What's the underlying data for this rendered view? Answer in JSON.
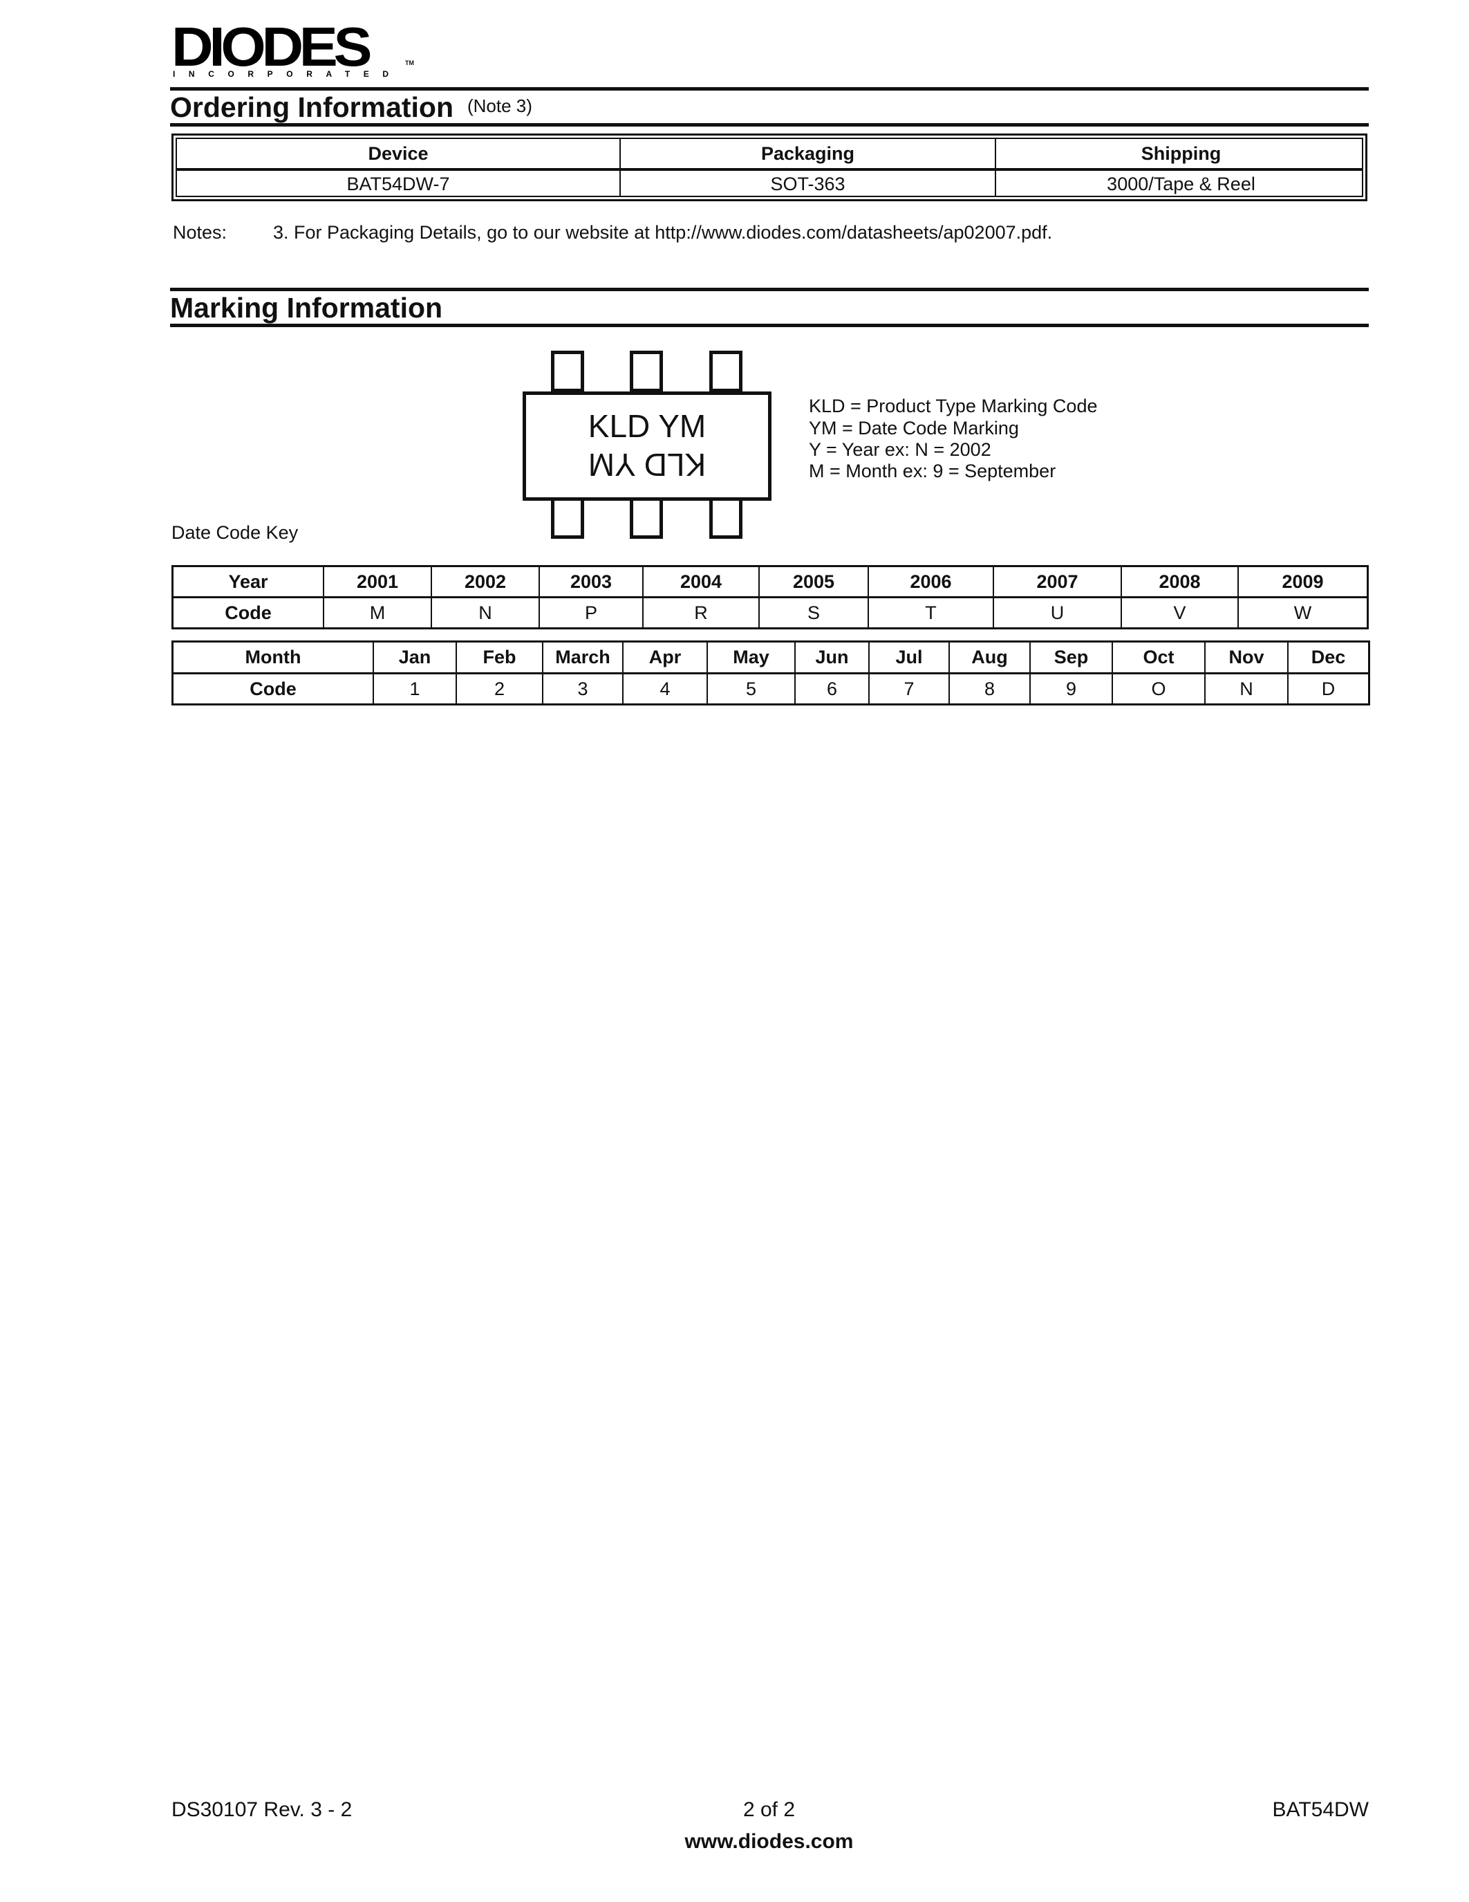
{
  "logo": {
    "word": "DIODES",
    "tm": "TM",
    "sub": "INCORPORATED"
  },
  "ordering": {
    "title": "Ordering Information",
    "note_ref": "(Note 3)",
    "headers": [
      "Device",
      "Packaging",
      "Shipping"
    ],
    "rows": [
      [
        "BAT54DW-7",
        "SOT-363",
        "3000/Tape & Reel"
      ]
    ],
    "notes_label": "Notes:",
    "note_text": "3.  For Packaging Details, go to our website at http://www.diodes.com/datasheets/ap02007.pdf."
  },
  "marking": {
    "title": "Marking Information",
    "package_text_top": "KLD YM",
    "package_text_bottom": "KLD YM",
    "legend": [
      "KLD = Product Type Marking Code",
      "YM = Date Code Marking",
      "Y = Year ex: N = 2002",
      "M = Month ex: 9 = September"
    ],
    "date_code_key_label": "Date Code Key"
  },
  "year_table": {
    "row_labels": [
      "Year",
      "Code"
    ],
    "years": [
      "2001",
      "2002",
      "2003",
      "2004",
      "2005",
      "2006",
      "2007",
      "2008",
      "2009"
    ],
    "codes": [
      "M",
      "N",
      "P",
      "R",
      "S",
      "T",
      "U",
      "V",
      "W"
    ]
  },
  "month_table": {
    "row_labels": [
      "Month",
      "Code"
    ],
    "months": [
      "Jan",
      "Feb",
      "March",
      "Apr",
      "May",
      "Jun",
      "Jul",
      "Aug",
      "Sep",
      "Oct",
      "Nov",
      "Dec"
    ],
    "codes": [
      "1",
      "2",
      "3",
      "4",
      "5",
      "6",
      "7",
      "8",
      "9",
      "O",
      "N",
      "D"
    ]
  },
  "footer": {
    "doc_number": "DS30107 Rev. 3 - 2",
    "page": "2 of 2",
    "part": "BAT54DW",
    "website": "www.diodes.com"
  }
}
